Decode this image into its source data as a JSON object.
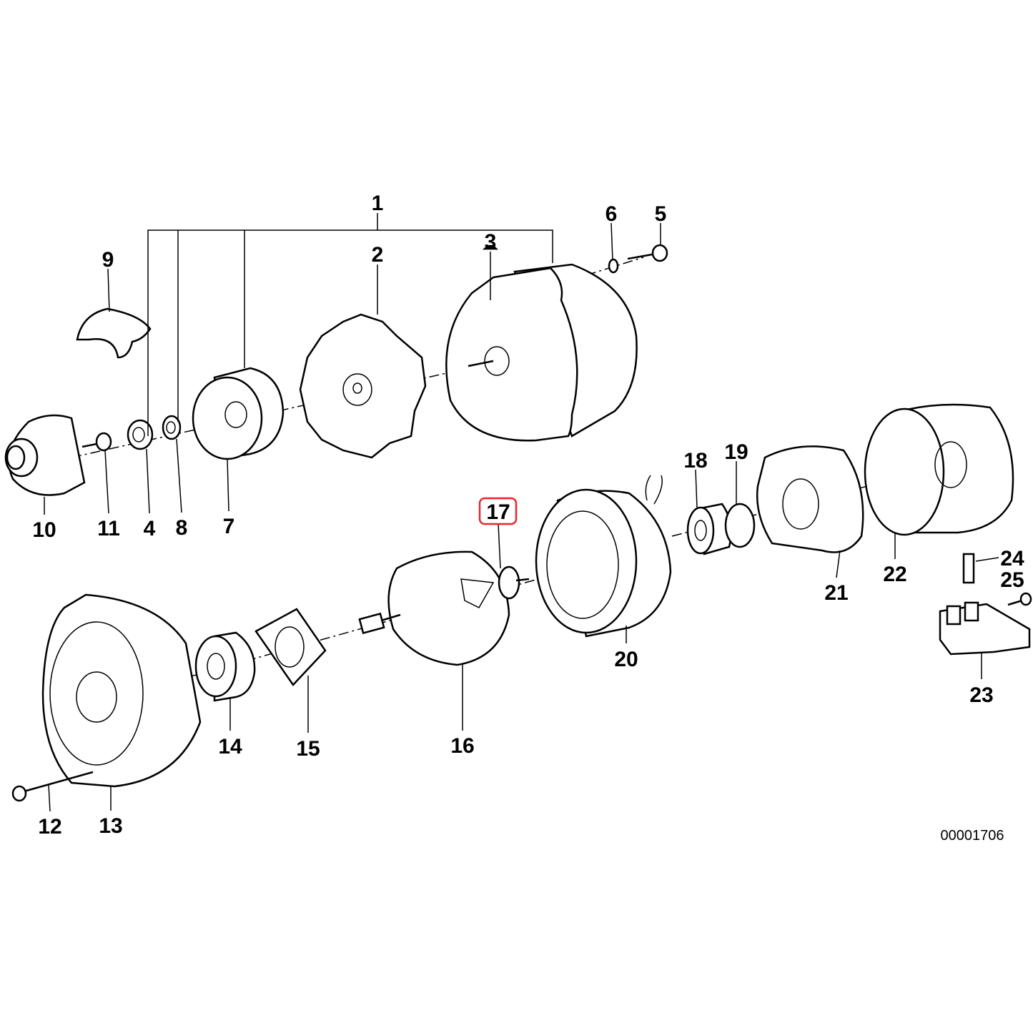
{
  "diagram": {
    "highlight_color": "#e8262a",
    "highlighted_callout": "17",
    "reference_number": "00001706",
    "callouts": {
      "c1": "1",
      "c2": "2",
      "c3": "3",
      "c4": "4",
      "c5": "5",
      "c6": "6",
      "c7": "7",
      "c8": "8",
      "c9": "9",
      "c10": "10",
      "c11": "11",
      "c12": "12",
      "c13": "13",
      "c14": "14",
      "c15": "15",
      "c16": "16",
      "c17": "17",
      "c18": "18",
      "c19": "19",
      "c20": "20",
      "c21": "21",
      "c22": "22",
      "c23": "23",
      "c24": "24",
      "c25": "25"
    }
  }
}
